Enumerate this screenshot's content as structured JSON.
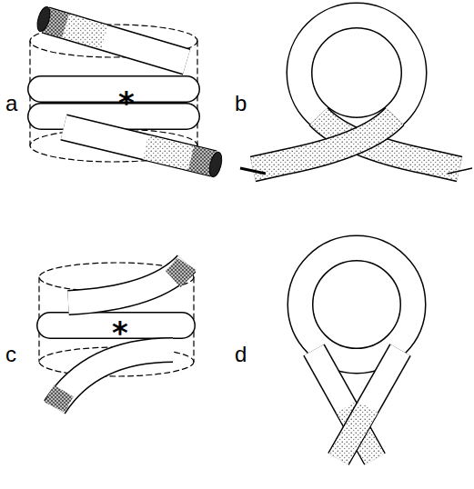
{
  "diagram": {
    "labels": [
      "a",
      "b",
      "c",
      "d",
      "*",
      "*"
    ]
  }
}
